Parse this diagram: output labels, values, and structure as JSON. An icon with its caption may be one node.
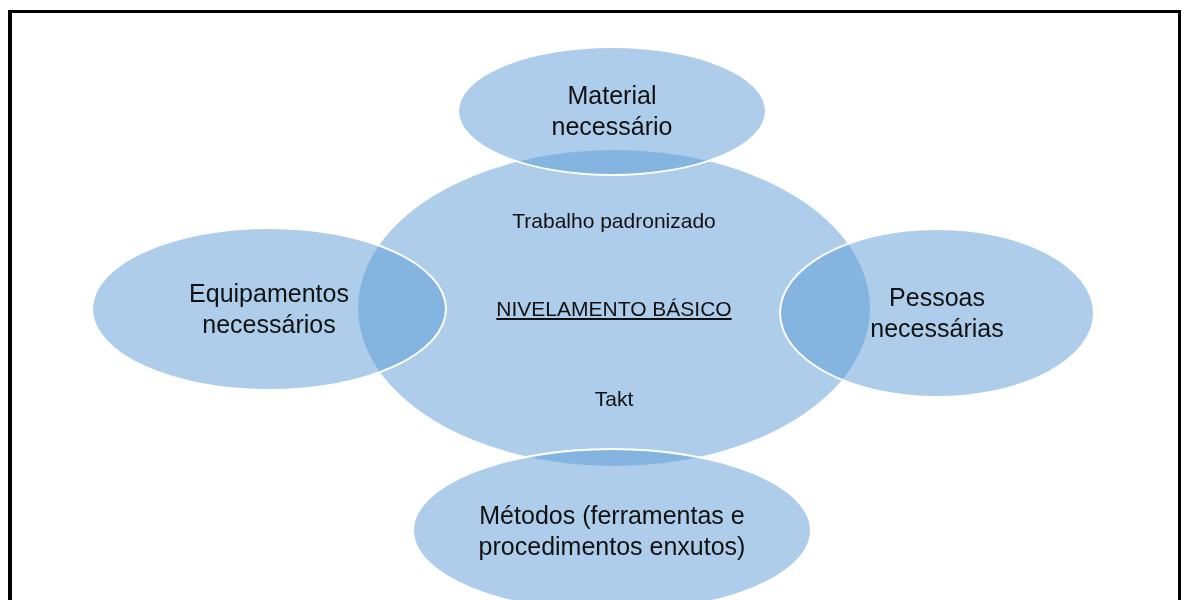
{
  "diagram": {
    "nodes": [
      {
        "text": [
          "Material necessário"
        ]
      },
      {
        "text": [
          "Trabalho padronizado",
          "NIVELAMENTO BÁSICO",
          "Takt"
        ]
      },
      {
        "text": [
          "Equipamentos necessários"
        ]
      },
      {
        "text": [
          "Pessoas necessárias"
        ]
      },
      {
        "text": [
          "Métodos (ferramentas e procedimentos enxutos)"
        ]
      }
    ],
    "edges": []
  }
}
